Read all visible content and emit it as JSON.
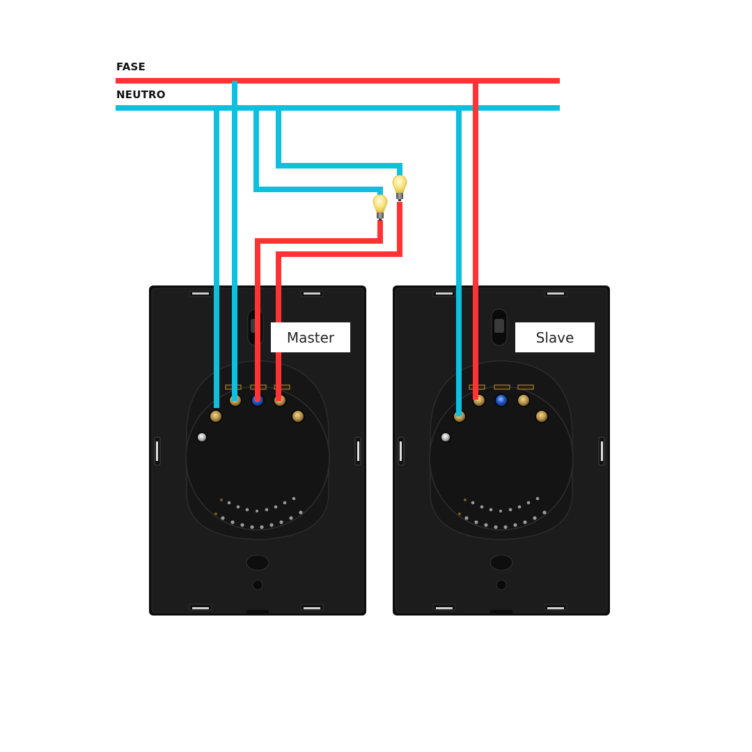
{
  "labels": {
    "phase": "FASE",
    "neutral": "NEUTRO"
  },
  "colors": {
    "phase": "#FF3333",
    "neutral": "#0EC0DE",
    "switch_body": "#1c1c1c",
    "switch_edge": "#0d0d0d",
    "terminal_brass": "#b8924a",
    "terminal_blue": "#1f56c8",
    "background": "#ffffff"
  },
  "switches": [
    {
      "id": "master",
      "label": "Master"
    },
    {
      "id": "slave",
      "label": "Slave"
    }
  ],
  "loads": [
    {
      "id": "bulb-1",
      "icon": "light-bulb-icon"
    },
    {
      "id": "bulb-2",
      "icon": "light-bulb-icon"
    }
  ]
}
